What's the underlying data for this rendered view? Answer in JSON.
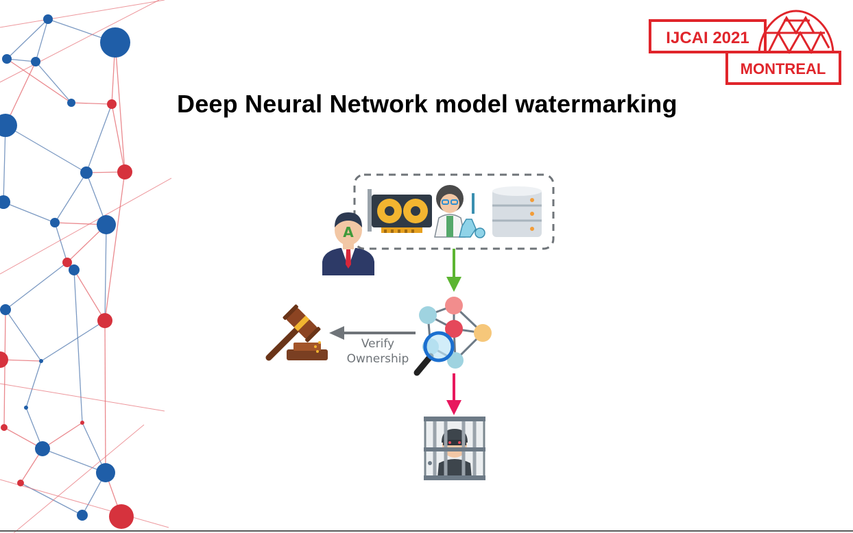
{
  "slide": {
    "title": "Deep Neural Network model watermarking"
  },
  "logo": {
    "event": "IJCAI 2021",
    "city": "MONTREAL",
    "color": "#e0252b"
  },
  "diagram": {
    "owner_badge": "A",
    "verify_line1": "Verify",
    "verify_line2": "Ownership",
    "icons": [
      "owner-person-icon",
      "gpu-card-icon",
      "scientist-icon",
      "database-icon",
      "neural-network-magnifier-icon",
      "judge-gavel-icon",
      "jailed-thief-icon"
    ],
    "colors": {
      "train_arrow": "#5cb531",
      "verify_arrow": "#6f7479",
      "punish_arrow": "#e8175d",
      "dashed_box": "#6f7479"
    }
  }
}
